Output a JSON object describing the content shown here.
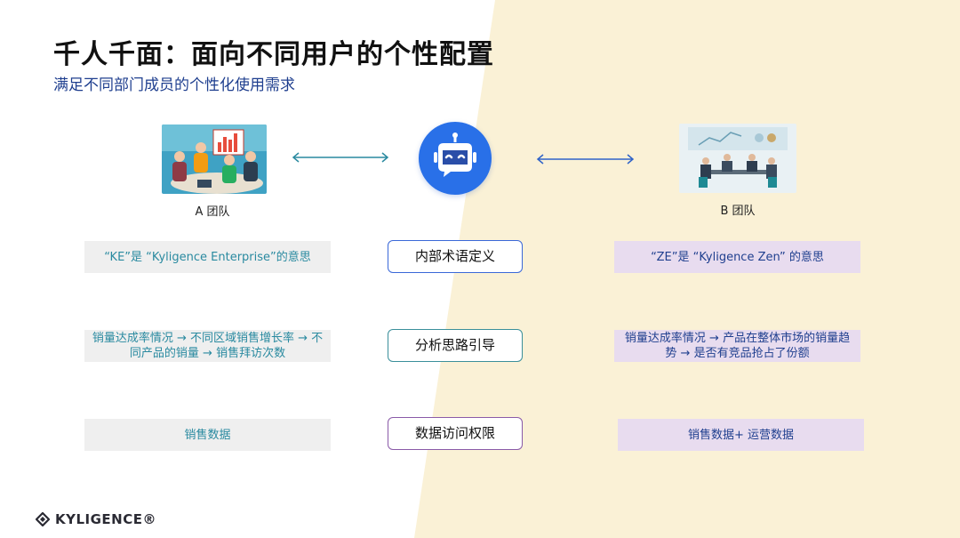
{
  "slide": {
    "title": "千人千面：面向不同用户的个性配置",
    "subtitle": "满足不同部门成员的个性化使用需求"
  },
  "teams": {
    "a_label": "A 团队",
    "b_label": "B 团队"
  },
  "rows": [
    {
      "left": "“KE”是 “Kyligence Enterprise”的意思",
      "center": "内部术语定义",
      "right": "“ZE”是 “Kyligence Zen” 的意思"
    },
    {
      "left": "销量达成率情况 → 不同区域销售增长率 → 不同产品的销量 → 销售拜访次数",
      "center": "分析思路引导",
      "right": "销量达成率情况 → 产品在整体市场的销量趋势 → 是否有竞品抢占了份额"
    },
    {
      "left": "销售数据",
      "center": "数据访问权限",
      "right": "销售数据+ 运营数据"
    }
  ],
  "brand": {
    "logo_text": "KYLIGENCE®"
  },
  "colors": {
    "right_background": "#faf1d6",
    "robot_blue": "#2970e8",
    "left_box": "#efefef",
    "right_box": "#e8dcef",
    "subtitle": "#1f3f8f",
    "left_text": "#2a8aa0"
  },
  "icons": {
    "center": "robot-assistant-icon",
    "arrows": "double-arrow-icon"
  }
}
